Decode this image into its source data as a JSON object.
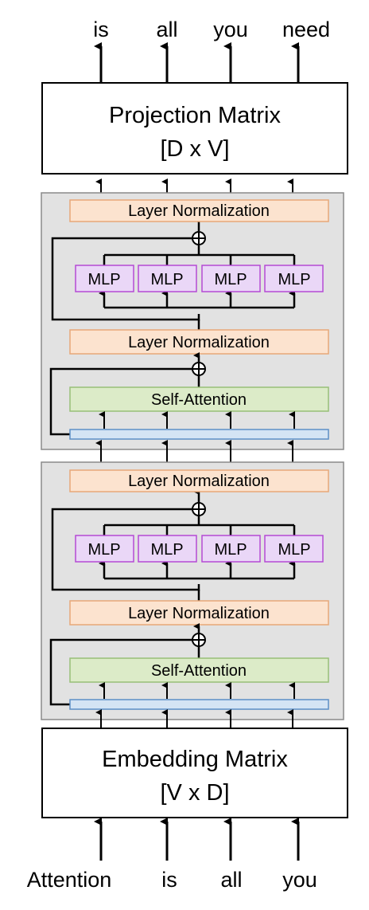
{
  "output_tokens": [
    "is",
    "all",
    "you",
    "need"
  ],
  "input_tokens": [
    "Attention",
    "is",
    "all",
    "you"
  ],
  "projection": {
    "title": "Projection Matrix",
    "shape": "[D x V]"
  },
  "embedding": {
    "title": "Embedding Matrix",
    "shape": "[V x D]"
  },
  "blocks": [
    {
      "top_norm": "Layer Normalization",
      "mlps": [
        "MLP",
        "MLP",
        "MLP",
        "MLP"
      ],
      "mid_norm": "Layer Normalization",
      "attention": "Self-Attention"
    },
    {
      "top_norm": "Layer Normalization",
      "mlps": [
        "MLP",
        "MLP",
        "MLP",
        "MLP"
      ],
      "mid_norm": "Layer Normalization",
      "attention": "Self-Attention"
    }
  ],
  "colors": {
    "block_fill": "#e2e2e2",
    "block_stroke": "#8a8a8a",
    "layer_norm_fill": "#fce3cf",
    "layer_norm_stroke": "#e8a878",
    "mlp_fill": "#ead7f7",
    "mlp_stroke": "#b44ad4",
    "attention_fill": "#dcebc8",
    "attention_stroke": "#98bf78",
    "residual_fill": "#d4e4f4",
    "residual_stroke": "#5d8fc6"
  }
}
